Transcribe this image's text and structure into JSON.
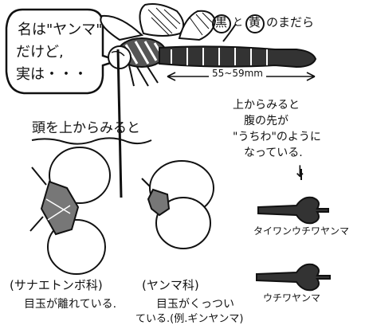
{
  "speech_bubble": {
    "lines": [
      "名は\"ヤンマ\"",
      "だけど,",
      "実は・・・"
    ]
  },
  "color_callout": {
    "kuro": "黒",
    "to": "と",
    "ki": "黄",
    "suffix": "のまだら"
  },
  "length_label": "55~59mm",
  "abdomen_note": {
    "lines": [
      "上からみると",
      "腹の先が",
      "\"うちわ\"のように",
      "なっている."
    ],
    "arrow": "↓"
  },
  "heads_heading": "頭を上からみると",
  "family_left": {
    "name": "(サナエトンボ科)",
    "desc": "目玉が離れている."
  },
  "family_right": {
    "name": "(ヤンマ科)",
    "desc_lines": [
      "目玉がくっつい",
      "ている.(例.ギンヤンマ)"
    ]
  },
  "species": {
    "taiwan": "タイワンウチワヤンマ",
    "uchiwa": "ウチワヤンマ"
  },
  "colors": {
    "ink": "#111111",
    "paper": "#ffffff"
  }
}
